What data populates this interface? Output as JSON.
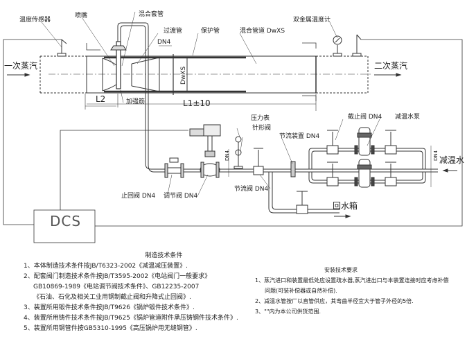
{
  "diagram": {
    "inlet_label": "一次蒸汽",
    "outlet_label": "二次蒸汽",
    "temperature_sensor": "温度传感器",
    "nozzle": "喷嘴",
    "mixing_sleeve": "混合套管",
    "transition_pipe": "过渡管",
    "protection_pipe": "保护管",
    "mixing_pipe": "混合管道 DwXS",
    "bimetal_thermometer": "双金属温度计",
    "reinforcing_ring": "加强筋",
    "dim_dn4_top": "DN4",
    "dim_dwxs": "DwXS",
    "dim_l2": "L2",
    "dim_l1": "L1±10",
    "pressure_gauge": "压力表",
    "needle_valve": "针形阀",
    "throttle_device": "节流装置 DN4",
    "stop_valve_pump": "截止阀 DN4",
    "desuperheat_pump": "减温水泵",
    "check_valve": "止回阀 DN4",
    "control_valve": "调节阀 DN4",
    "throttle_valve": "节流阀 DN4",
    "dim_dn4_mid": "DN4",
    "dim_dn4_right": "DN4",
    "desuperheat_water": "减温水",
    "return_tank": "回水箱",
    "dcs": "DCS"
  },
  "manufacturing": {
    "title": "制造技术条件",
    "items": [
      "1、本体制造技术条件按JB/T6323-2002《减温减压装置》.",
      "2、配套阀门制造技术条件按JB/T3595-2002《电站阀门一般要求》",
      "GB10869-1989《电站调节阀技术条件》、GB12235-2007",
      "《石油、石化及相关工业用钢制截止阀和升降式止回阀》.",
      "3、装置所用锻件技术条件按JB/T9626《锅炉锻件技术条件》.",
      "4、装置所用铸件技术条件按JB/T9625《锅炉管道附件承压铸钢件技术条件》.",
      "5、装置所用钢管件按GB5310-1995《高压锅炉用无缝钢管》."
    ]
  },
  "installation": {
    "title": "安装技术要求",
    "items": [
      "1、蒸汽进口和装置最低处应设置疏水器,蒸汽进出口与本装置连接时应考虑补偿",
      "问题(可装补偿器或自然补偿).",
      "2、减温水管按厂以直管供应，其弯曲半径宜大于管子外径的5倍.",
      "3、\"\"内为本公司供货范围."
    ]
  }
}
